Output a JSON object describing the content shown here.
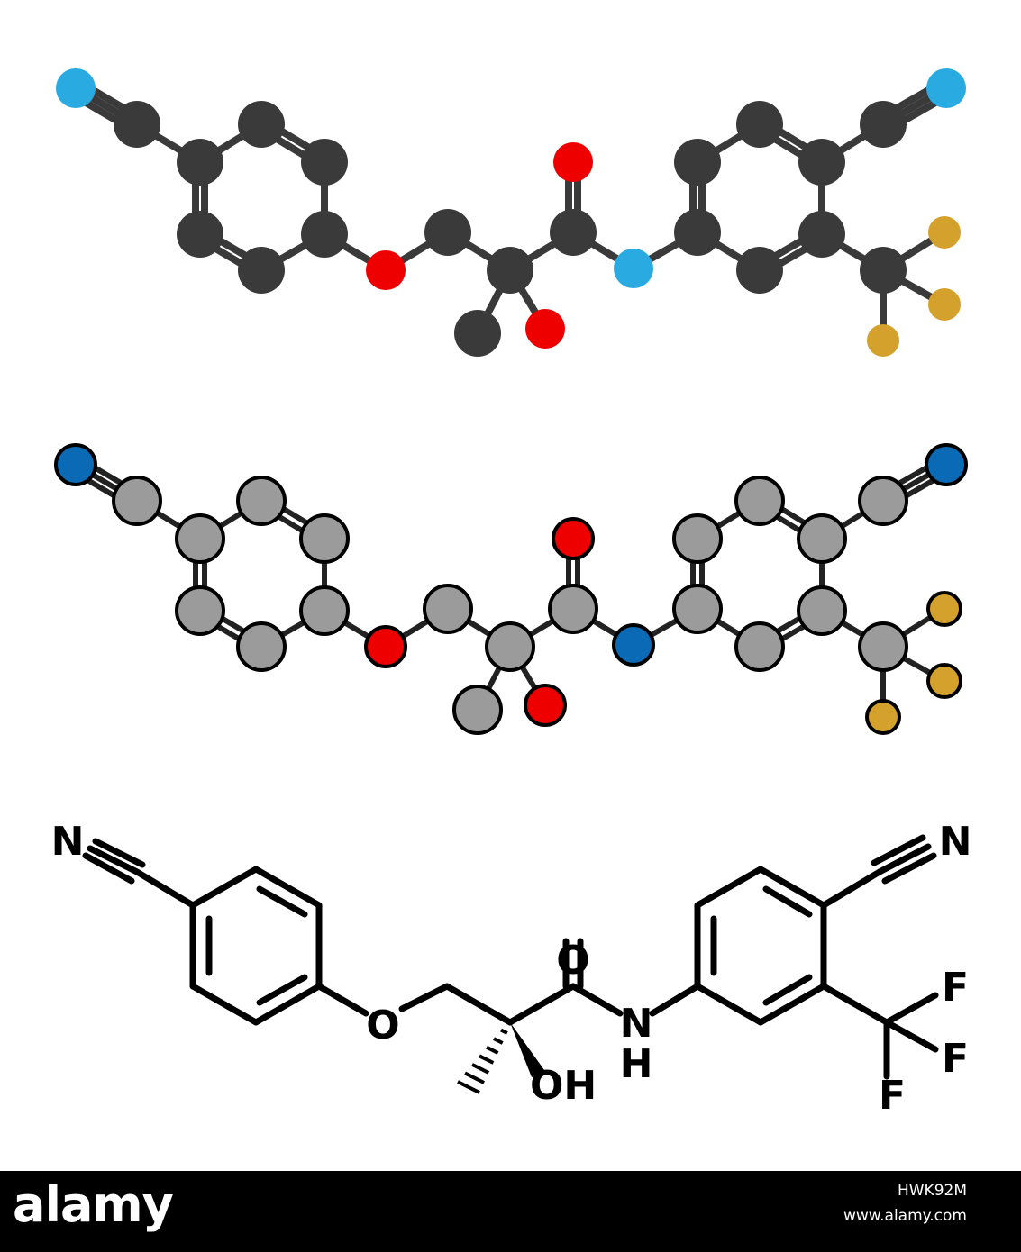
{
  "skeletal_labels": {
    "n_left": "N",
    "n_right": "N",
    "o_carbonyl": "O",
    "o_ether": "O",
    "n_amide": "N",
    "h_amide": "H",
    "oh": "OH",
    "f1": "F",
    "f2": "F",
    "f3": "F"
  },
  "footer": {
    "brand": "alamy",
    "image_id": "HWK92M",
    "url": "www.alamy.com"
  },
  "colors": {
    "carbon_dark": "#3a3a3a",
    "carbon_grey": "#9b9b9b",
    "oxygen": "#ee0000",
    "nitrogen_light": "#29abe2",
    "nitrogen_dark": "#0a6ab5",
    "fluorine": "#d4a22c",
    "outline": "#000000",
    "footer_bg": "#000000"
  }
}
